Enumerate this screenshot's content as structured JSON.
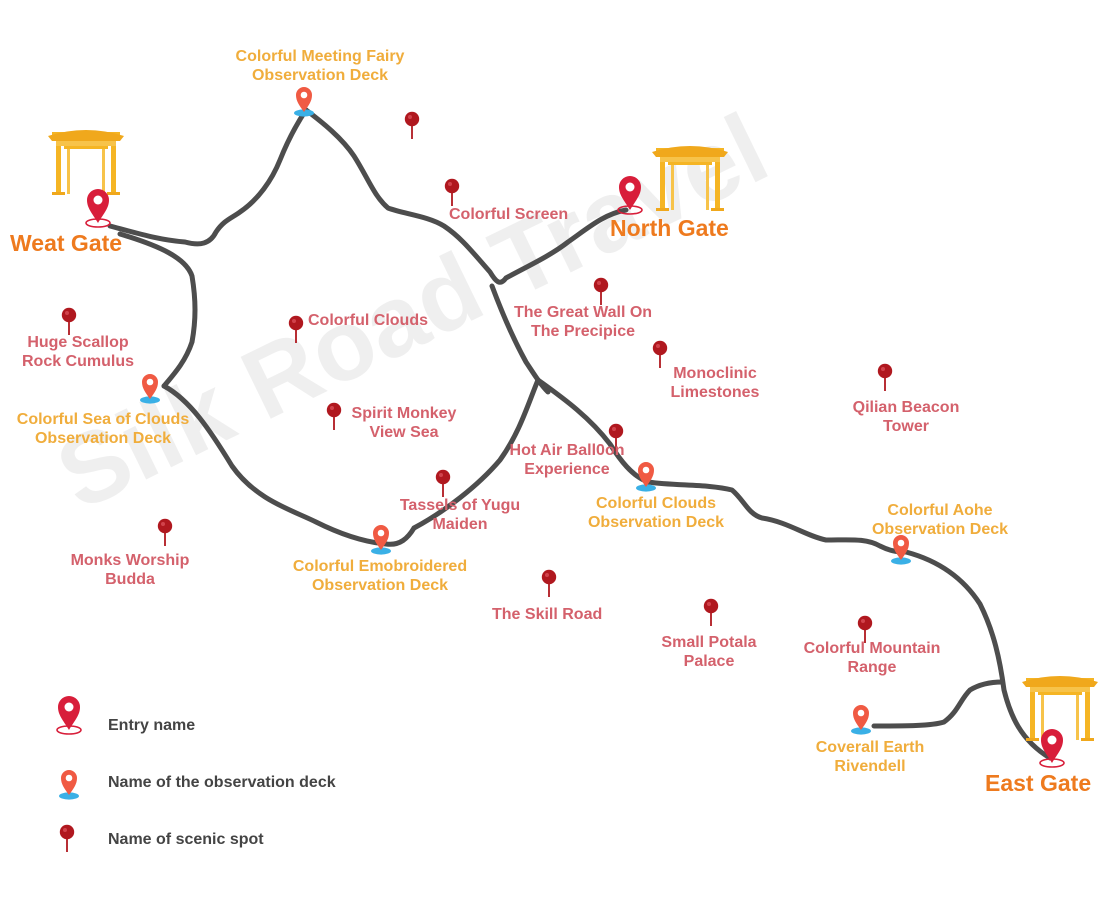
{
  "watermark": "Silk Road Travel",
  "colors": {
    "route": "#4d4d4d",
    "gate_label": "#ee7a1e",
    "deck_label": "#f0ad3c",
    "spot_label": "#d4616c",
    "entry_pin": "#d81e3a",
    "deck_pin": "#f05a43",
    "deck_base": "#3ab0e6",
    "spot_pin": "#b0181f",
    "gate_roof": "#f5b524",
    "legend_text": "#444444"
  },
  "gates": {
    "west": "Weat Gate",
    "north": "North Gate",
    "east": "East Gate"
  },
  "decks": {
    "fairy": [
      "Colorful Meeting Fairy",
      "Observation Deck"
    ],
    "sea": [
      "Colorful Sea of Clouds",
      "Observation Deck"
    ],
    "clouds": [
      "Colorful Clouds",
      "Observation Deck"
    ],
    "emb": [
      "Colorful Emobroidered",
      "Observation Deck"
    ],
    "aohe": [
      "Colorful Aohe",
      "Observation Deck"
    ],
    "earth": [
      "Coverall Earth",
      "Rivendell"
    ]
  },
  "spots": {
    "screen": [
      "Colorful Screen"
    ],
    "greatwall": [
      "The Great Wall On",
      "The Precipice"
    ],
    "scallop": [
      "Huge Scallop",
      "Rock Cumulus"
    ],
    "cclouds": [
      "Colorful Clouds"
    ],
    "mono": [
      "Monoclinic",
      "Limestones"
    ],
    "qilian": [
      "Qilian Beacon",
      "Tower"
    ],
    "monkey": [
      "Spirit Monkey",
      "View Sea"
    ],
    "balloon": [
      "Hot Air Ball0on",
      "Experience"
    ],
    "yugu": [
      "Tassels of Yugu",
      "Maiden"
    ],
    "monks": [
      "Monks Worship",
      "Budda"
    ],
    "skill": [
      "The Skill Road"
    ],
    "potala": [
      "Small Potala",
      "Palace"
    ],
    "range": [
      "Colorful Mountain",
      "Range"
    ]
  },
  "legend": {
    "entry": "Entry name",
    "deck": "Name of the observation deck",
    "spot": "Name of scenic spot"
  },
  "icons": {
    "gate": "gate-archway-icon",
    "entry": "entry-pin-icon",
    "deck": "deck-pin-icon",
    "spot": "spot-pin-icon"
  }
}
